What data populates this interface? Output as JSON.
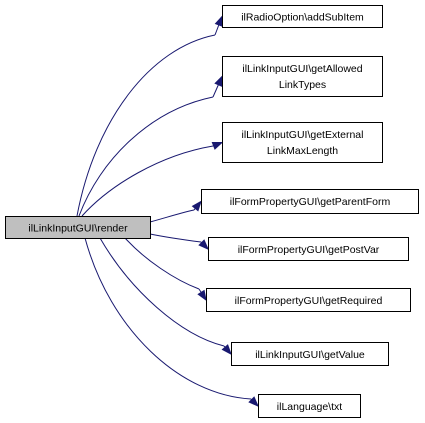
{
  "graph": {
    "root": {
      "lines": [
        "ilLinkInputGUI\\render"
      ]
    },
    "callees": [
      {
        "lines": [
          "ilRadioOption\\addSubItem"
        ]
      },
      {
        "lines": [
          "ilLinkInputGUI\\getAllowed",
          "LinkTypes"
        ]
      },
      {
        "lines": [
          "ilLinkInputGUI\\getExternal",
          "LinkMaxLength"
        ]
      },
      {
        "lines": [
          "ilFormPropertyGUI\\getParentForm"
        ]
      },
      {
        "lines": [
          "ilFormPropertyGUI\\getPostVar"
        ]
      },
      {
        "lines": [
          "ilFormPropertyGUI\\getRequired"
        ]
      },
      {
        "lines": [
          "ilLinkInputGUI\\getValue"
        ]
      },
      {
        "lines": [
          "ilLanguage\\txt"
        ]
      }
    ],
    "colors": {
      "edge": "#191970",
      "root_fill": "#bfbfbf",
      "node_fill": "#ffffff",
      "border": "#000000"
    }
  }
}
